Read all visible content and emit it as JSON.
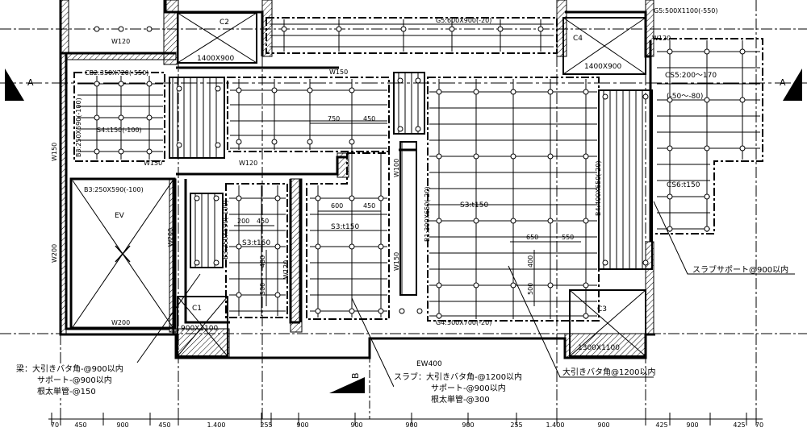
{
  "section_marks": {
    "a_left": "A",
    "a_right": "A",
    "b_bottom": "B"
  },
  "openings": {
    "c1": {
      "label": "C1",
      "size": "900X1100"
    },
    "c2": {
      "label": "C2",
      "size": "1400X900"
    },
    "c3": {
      "label": "C3",
      "size": "1300X1100"
    },
    "c4": {
      "label": "C4",
      "size": "1400X900"
    },
    "ev": {
      "label": "EV"
    }
  },
  "beams": {
    "b3_top": "B3:250X590(-100)",
    "b3_left": "B3:250X590(-100)",
    "b3_ev": "B3:250X590(-100)",
    "b1": "B1:300X650(-20)",
    "g4": "G4:500X700(-20)",
    "g5_top": "G5:500X1100(-550)",
    "cb_top": "CB2:350X720(-550)",
    "b_right": "B4:400X650(-20)",
    "b_small": "B3:250X590(-100)",
    "g_top_mid": "G5:600X900(-20)"
  },
  "walls": {
    "w120_a": "W120",
    "w120_b": "W120",
    "w120_c": "W120",
    "w120_d": "W120",
    "w150_a": "W150",
    "w150_b": "W150",
    "w150_c": "W150",
    "w150_d": "W150",
    "w100": "W100",
    "w200_a": "W200",
    "w200_b": "W200",
    "w200_c": "W200",
    "ew400": "EW400"
  },
  "slabs": {
    "s4": "S4:t150(-100)",
    "s3_big": "S3:t150",
    "s3_left": "S3:t150",
    "s3_small": "S3:t150",
    "cs5": "CS5:200～170",
    "cs5_sub": "(-50～-80)",
    "cs6": "CS6:t150"
  },
  "dims_inner": {
    "d750": "750",
    "d450a": "450",
    "d600": "600",
    "d450b": "450",
    "d200": "200",
    "d450c": "450",
    "d400a": "400",
    "d500a": "500",
    "d650": "650",
    "d550": "550",
    "d400b": "400",
    "d500b": "500"
  },
  "bottom_dims": [
    "70",
    "450",
    "900",
    "450",
    "1.400",
    "255",
    "900",
    "900",
    "900",
    "900",
    "255",
    "1.400",
    "900",
    "425",
    "900",
    "425",
    "70"
  ],
  "notes": {
    "beam_title": "梁：大引きバタ角-@900以内",
    "beam_line2": "サポート-@900以内",
    "beam_line3": "根太単管-@150",
    "slab_title": "スラブ：大引きバタ角-@1200以内",
    "slab_line2": "サポート-@900以内",
    "slab_line3": "根太単管-@300",
    "ohbiki": "大引きバタ角@1200以内",
    "slab_support": "スラブサポート@900以内"
  }
}
